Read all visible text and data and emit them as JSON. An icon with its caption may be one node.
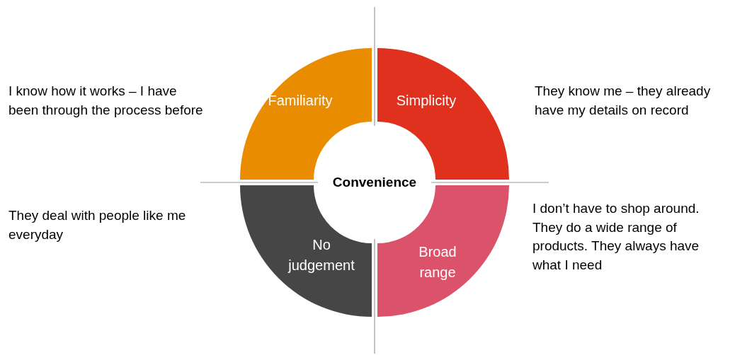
{
  "diagram": {
    "nodes": [
      {
        "text": [
          "Convenience"
        ]
      },
      {
        "text": [
          "Familiarity"
        ]
      },
      {
        "text": [
          "Simplicity"
        ]
      },
      {
        "text": [
          "No judgement"
        ]
      },
      {
        "text": [
          "Broad range"
        ]
      }
    ],
    "labels": [
      "I know how it works – I have been through the process before",
      "They know me – they already have my details on record",
      "They deal with people like me everyday",
      "I don’t have to shop around. They do a wide range of products. They always have what I need"
    ]
  }
}
